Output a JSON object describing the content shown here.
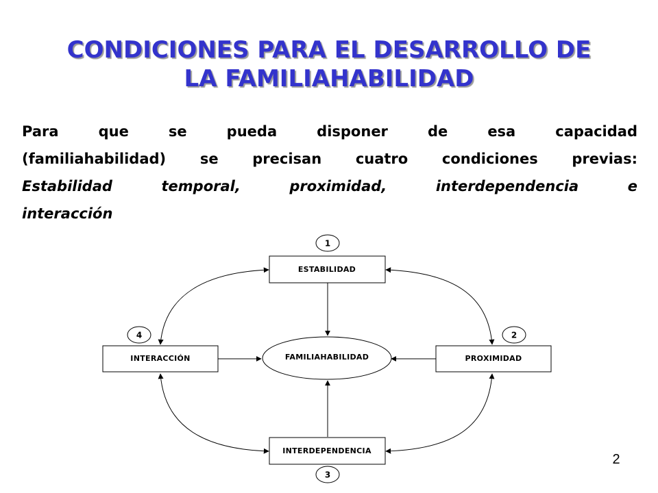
{
  "title": {
    "line1": "CONDICIONES PARA EL DESARROLLO DE",
    "line2": "LA FAMILIAHABILIDAD"
  },
  "intro": {
    "line1": "Para que se pueda disponer de esa capacidad",
    "line2": "(familiahabilidad) se precisan cuatro condiciones previas:",
    "line3": "Estabilidad temporal, proximidad, interdependencia e",
    "line4": "interacción"
  },
  "diagram": {
    "center": "FAMILIAHABILIDAD",
    "nodes": {
      "estabilidad": {
        "label": "ESTABILIDAD",
        "number": "1"
      },
      "proximidad": {
        "label": "PROXIMIDAD",
        "number": "2"
      },
      "interdependencia": {
        "label": "INTERDEPENDENCIA",
        "number": "3"
      },
      "interaccion": {
        "label": "INTERACCIÓN",
        "number": "4"
      }
    }
  },
  "page_number": "2",
  "colors": {
    "title": "#3333cc",
    "title_shadow": "#9a9a9a",
    "text": "#000000"
  }
}
